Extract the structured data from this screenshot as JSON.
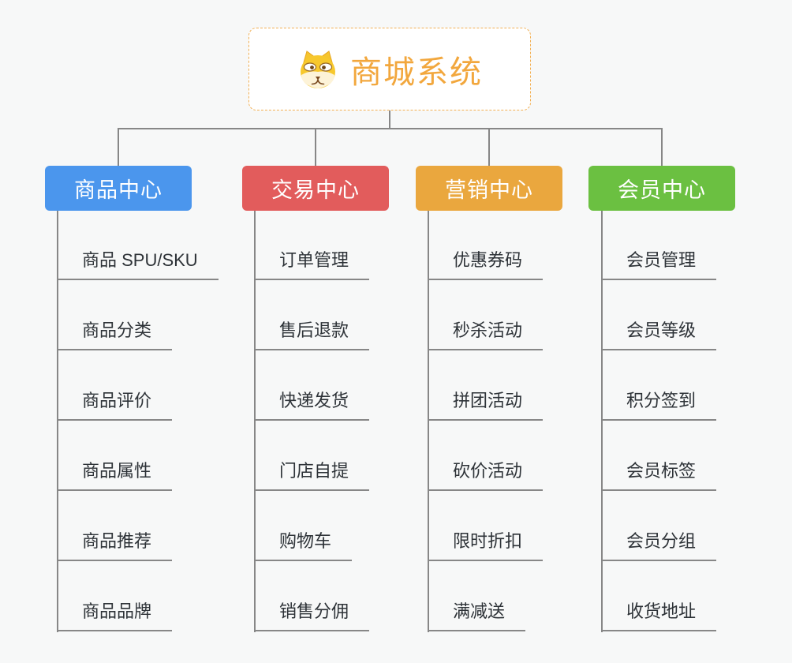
{
  "canvas": {
    "background": "#f7f8f8",
    "connector_color": "#878787",
    "leaf_text_color": "#2d3237"
  },
  "root": {
    "title": "商城系统",
    "icon": "dog-face-icon",
    "title_color": "#f2a73d",
    "border_color": "#f2b054",
    "background": "#ffffff"
  },
  "branches": [
    {
      "label": "商品中心",
      "color": "#4b96ed",
      "items": [
        "商品 SPU/SKU",
        "商品分类",
        "商品评价",
        "商品属性",
        "商品推荐",
        "商品品牌"
      ]
    },
    {
      "label": "交易中心",
      "color": "#e25c5c",
      "items": [
        "订单管理",
        "售后退款",
        "快递发货",
        "门店自提",
        "购物车",
        "销售分佣"
      ]
    },
    {
      "label": "营销中心",
      "color": "#eaa73e",
      "items": [
        "优惠券码",
        "秒杀活动",
        "拼团活动",
        "砍价活动",
        "限时折扣",
        "满减送"
      ]
    },
    {
      "label": "会员中心",
      "color": "#6bc041",
      "items": [
        "会员管理",
        "会员等级",
        "积分签到",
        "会员标签",
        "会员分组",
        "收货地址"
      ]
    }
  ]
}
